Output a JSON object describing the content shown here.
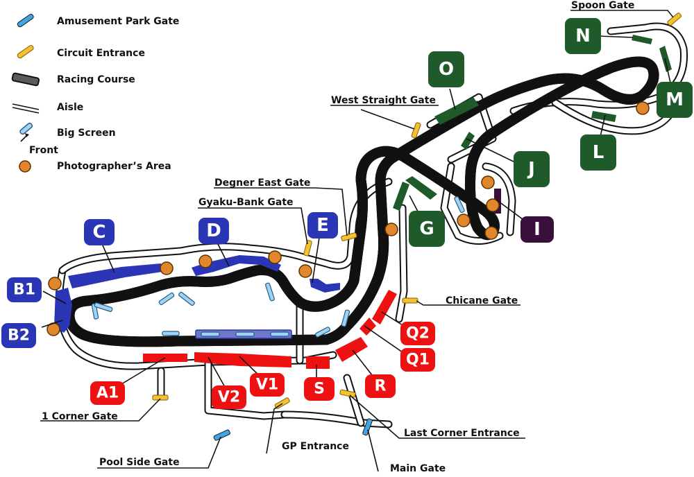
{
  "legend": {
    "amusement_park_gate": "Amusement Park Gate",
    "circuit_entrance": "Circuit Entrance",
    "racing_course": "Racing Course",
    "aisle": "Aisle",
    "big_screen": "Big Screen",
    "front": "Front",
    "photographers_area": "Photographer’s Area"
  },
  "gates": {
    "spoon": "Spoon Gate",
    "west_straight": "West Straight Gate",
    "degner_east": "Degner East Gate",
    "gyaku_bank": "Gyaku-Bank Gate",
    "chicane": "Chicane Gate",
    "first_corner": "1 Corner Gate",
    "last_corner_entrance": "Last Corner Entrance",
    "gp_entrance": "GP Entrance",
    "pool_side": "Pool Side Gate",
    "main": "Main Gate"
  },
  "stands": {
    "A1": "A1",
    "B1": "B1",
    "B2": "B2",
    "C": "C",
    "D": "D",
    "E": "E",
    "G": "G",
    "I": "I",
    "J": "J",
    "L": "L",
    "M": "M",
    "N": "N",
    "O": "O",
    "Q1": "Q1",
    "Q2": "Q2",
    "R": "R",
    "S": "S",
    "V1": "V1",
    "V2": "V2"
  },
  "colors": {
    "blue_stand": "#2a36b5",
    "red_stand": "#ee1111",
    "green_stand": "#1f5b2a",
    "purple_stand": "#3a0f3c",
    "track": "#6a6a6a",
    "amusement_gate": "#3fa6e6",
    "circuit_gate": "#f1c232",
    "photo_spot": "#e0872b"
  }
}
